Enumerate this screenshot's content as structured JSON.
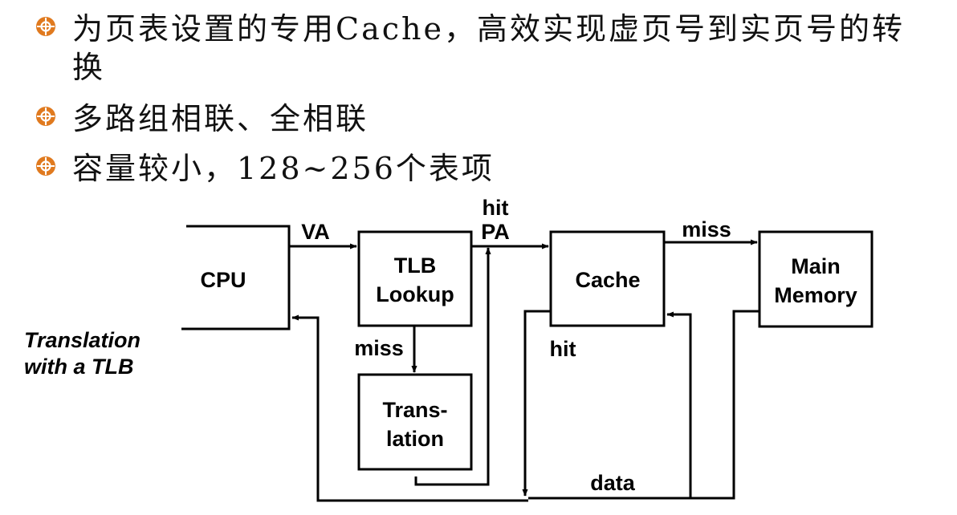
{
  "colors": {
    "bullet_orange": "#e07a1f",
    "text": "#111111",
    "line": "#000000"
  },
  "bullets": [
    {
      "icon": "orange-circle-crosshair-icon",
      "text": "为页表设置的专用Cache，高效实现虚页号到实页号的转换"
    },
    {
      "icon": "orange-circle-crosshair-icon",
      "text": "多路组相联、全相联"
    },
    {
      "icon": "orange-circle-crosshair-icon",
      "text": "容量较小，128~256个表项"
    }
  ],
  "caption": {
    "line1": "Translation",
    "line2": "with a TLB"
  },
  "diagram": {
    "cpu": "CPU",
    "tlb_line1": "TLB",
    "tlb_line2": "Lookup",
    "translation_line1": "Trans-",
    "translation_line2": "lation",
    "cache": "Cache",
    "memory_line1": "Main",
    "memory_line2": "Memory",
    "label_va": "VA",
    "label_hit_top": "hit",
    "label_pa": "PA",
    "label_miss_tlb": "miss",
    "label_hit_cache": "hit",
    "label_miss_cache": "miss",
    "label_data": "data"
  }
}
